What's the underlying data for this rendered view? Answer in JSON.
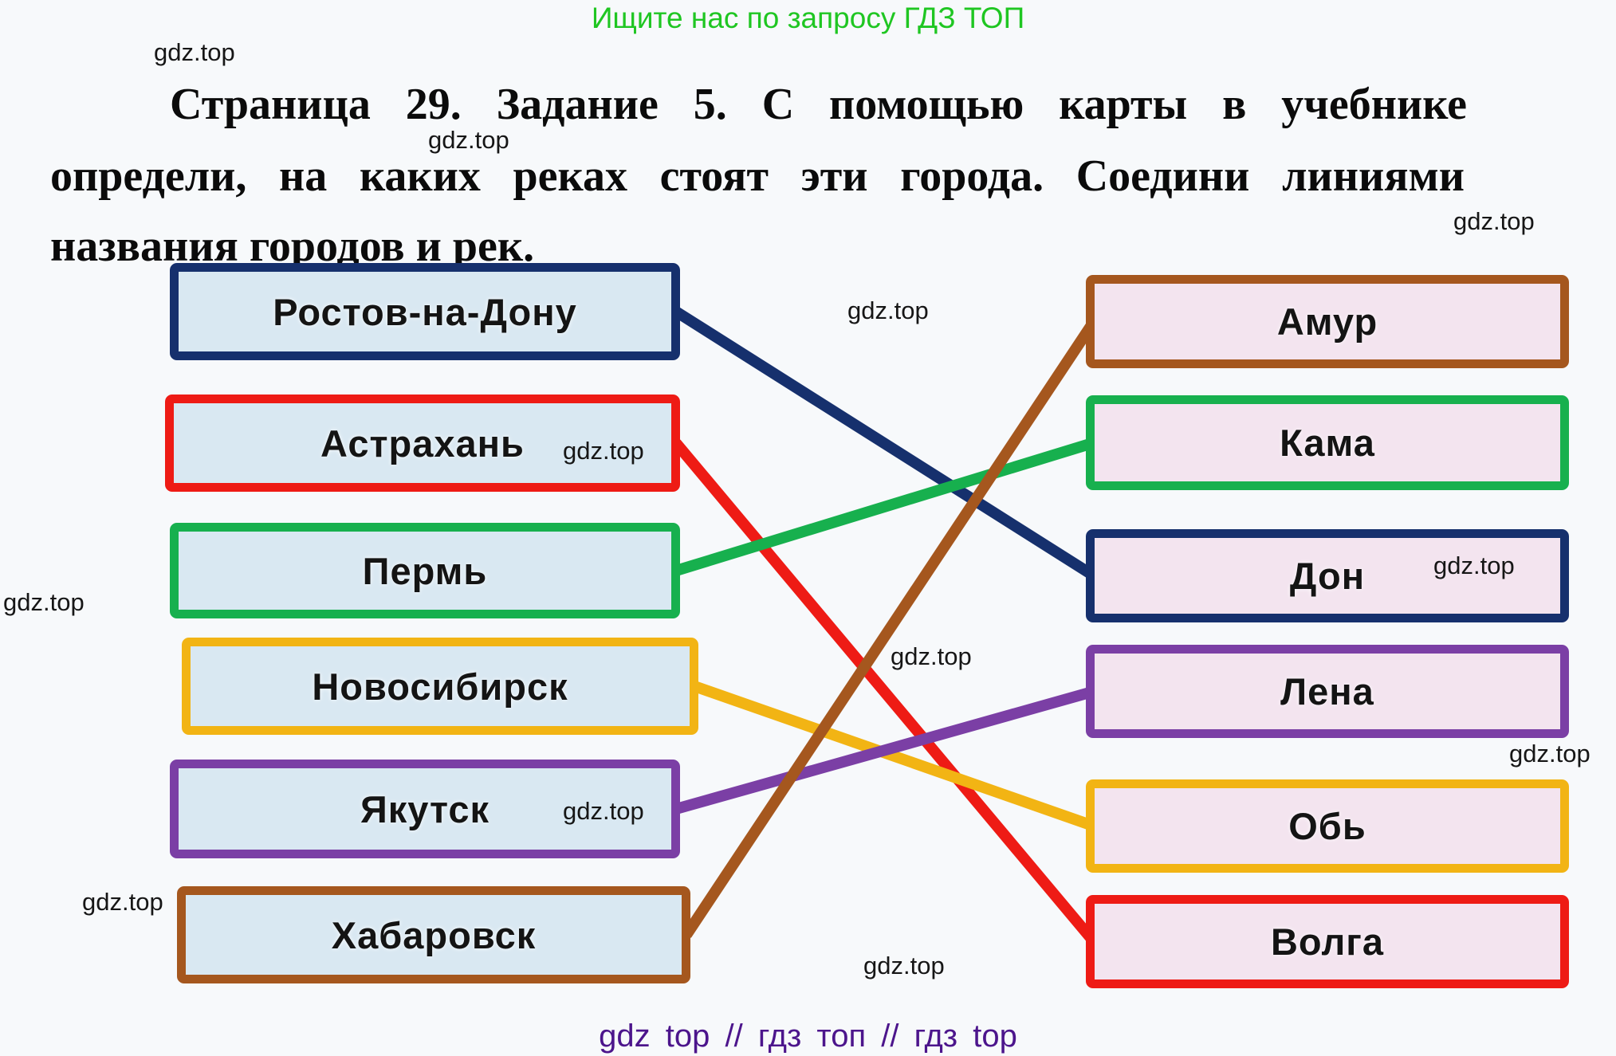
{
  "header": {
    "promo": "Ищите нас по запросу ГДЗ ТОП",
    "promo_color": "#1fc622"
  },
  "watermark": "gdz.top",
  "title": {
    "lines": [
      "Страница 29. Задание 5. С помощью карты в учебнике",
      "определи, на каких реках стоят эти города. Соедини линиями",
      "названия городов и рек."
    ]
  },
  "task": {
    "cities": [
      {
        "id": "rostov",
        "label": "Ростов-на-Дону",
        "color": "#16306d"
      },
      {
        "id": "astrakhan",
        "label": "Астрахань",
        "color": "#ee1b15"
      },
      {
        "id": "perm",
        "label": "Пермь",
        "color": "#17b04e"
      },
      {
        "id": "novosibirsk",
        "label": "Новосибирск",
        "color": "#f2b414"
      },
      {
        "id": "yakutsk",
        "label": "Якутск",
        "color": "#7b3fa5"
      },
      {
        "id": "khabarovsk",
        "label": "Хабаровск",
        "color": "#a5571e"
      }
    ],
    "rivers": [
      {
        "id": "amur",
        "label": "Амур",
        "color": "#a5571e"
      },
      {
        "id": "kama",
        "label": "Кама",
        "color": "#17b04e"
      },
      {
        "id": "don",
        "label": "Дон",
        "color": "#16306d"
      },
      {
        "id": "lena",
        "label": "Лена",
        "color": "#7b3fa5"
      },
      {
        "id": "ob",
        "label": "Обь",
        "color": "#f2b414"
      },
      {
        "id": "volga",
        "label": "Волга",
        "color": "#ee1b15"
      }
    ],
    "connections": [
      {
        "city": "rostov",
        "river": "don"
      },
      {
        "city": "astrakhan",
        "river": "volga"
      },
      {
        "city": "perm",
        "river": "kama"
      },
      {
        "city": "novosibirsk",
        "river": "ob"
      },
      {
        "city": "yakutsk",
        "river": "lena"
      },
      {
        "city": "khabarovsk",
        "river": "amur"
      }
    ],
    "city_fill": "#d9e8f2",
    "river_fill": "#f3e4ef"
  },
  "footer": {
    "text": "gdz top  //  гдз топ  //  гдз top",
    "color": "#4c158c"
  }
}
